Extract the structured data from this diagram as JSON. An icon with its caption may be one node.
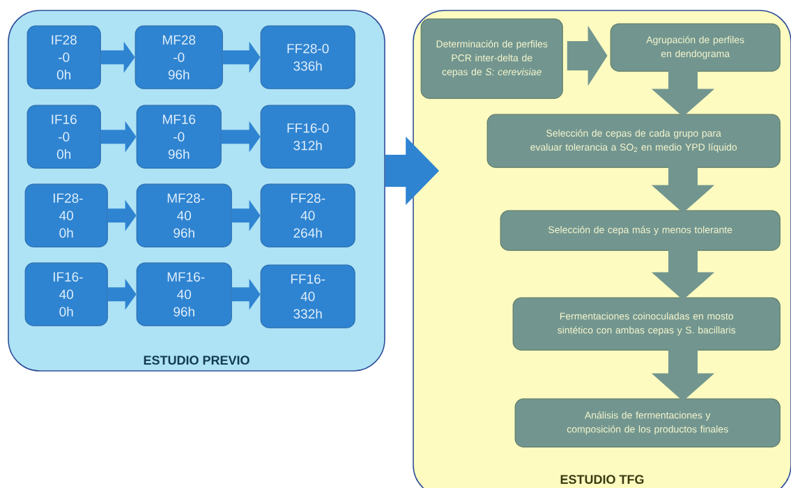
{
  "diagram": {
    "nodes": [
      {
        "text": [
          "ESTUDIO PREVIO"
        ]
      },
      {
        "text": [
          "IF28 -0 0h"
        ],
        "in": 0
      },
      {
        "text": [
          "MF28 -0 96h"
        ],
        "in": 0
      },
      {
        "text": [
          "FF28-0 336h"
        ],
        "in": 0
      },
      {
        "text": [
          "IF16 -0 0h"
        ],
        "in": 0
      },
      {
        "text": [
          "MF16 -0 96h"
        ],
        "in": 0
      },
      {
        "text": [
          "FF16-0 312h"
        ],
        "in": 0
      },
      {
        "text": [
          "IF28- 40 0h"
        ],
        "in": 0
      },
      {
        "text": [
          "MF28- 40 96h"
        ],
        "in": 0
      },
      {
        "text": [
          "FF28- 40 264h"
        ],
        "in": 0
      },
      {
        "text": [
          "IF16- 40 0h"
        ],
        "in": 0
      },
      {
        "text": [
          "MF16- 40 96h"
        ],
        "in": 0
      },
      {
        "text": [
          "FF16- 40 332h"
        ],
        "in": 0
      },
      {
        "text": [
          "ESTUDIO TFG"
        ]
      },
      {
        "text": [
          "Determinación de perfiles PCR inter-delta de cepas de *S: cerevisiae*"
        ],
        "in": 13
      },
      {
        "text": [
          "Agrupación de perfiles en dendograma"
        ],
        "in": 13
      },
      {
        "text": [
          "Selección de cepas de cada grupo para evaluar tolerancia a SO$_{2}$ en medio YPD líquido"
        ],
        "in": 13
      },
      {
        "text": [
          "Selección de cepa más y menos tolerante"
        ],
        "in": 13
      },
      {
        "text": [
          "Fermentaciones coinoculadas en mosto sintético con ambas cepas y S. bacillaris"
        ],
        "in": 13
      },
      {
        "text": [
          "Análisis de fermentaciones y composición de los productos finales"
        ],
        "in": 13
      }
    ],
    "edges": [
      {
        "from": 1,
        "to": 2,
        "arrow": "to"
      },
      {
        "from": 2,
        "to": 3,
        "arrow": "to"
      },
      {
        "from": 4,
        "to": 5,
        "arrow": "to"
      },
      {
        "from": 5,
        "to": 6,
        "arrow": "to"
      },
      {
        "from": 7,
        "to": 8,
        "arrow": "to"
      },
      {
        "from": 8,
        "to": 9,
        "arrow": "to"
      },
      {
        "from": 10,
        "to": 11,
        "arrow": "to"
      },
      {
        "from": 11,
        "to": 12,
        "arrow": "to"
      },
      {
        "from": 0,
        "to": 13,
        "arrow": "to",
        "style": "thick"
      },
      {
        "from": 14,
        "to": 15,
        "arrow": "to",
        "style": "thick",
        "color": "#72968f"
      },
      {
        "from": 15,
        "to": 16,
        "arrow": "to",
        "style": "thick",
        "color": "#72968f"
      },
      {
        "from": 16,
        "to": 17,
        "arrow": "to",
        "style": "thick",
        "color": "#72968f"
      },
      {
        "from": 17,
        "to": 18,
        "arrow": "to",
        "style": "thick",
        "color": "#72968f"
      },
      {
        "from": 18,
        "to": 19,
        "arrow": "to",
        "style": "thick",
        "color": "#72968f"
      }
    ]
  }
}
